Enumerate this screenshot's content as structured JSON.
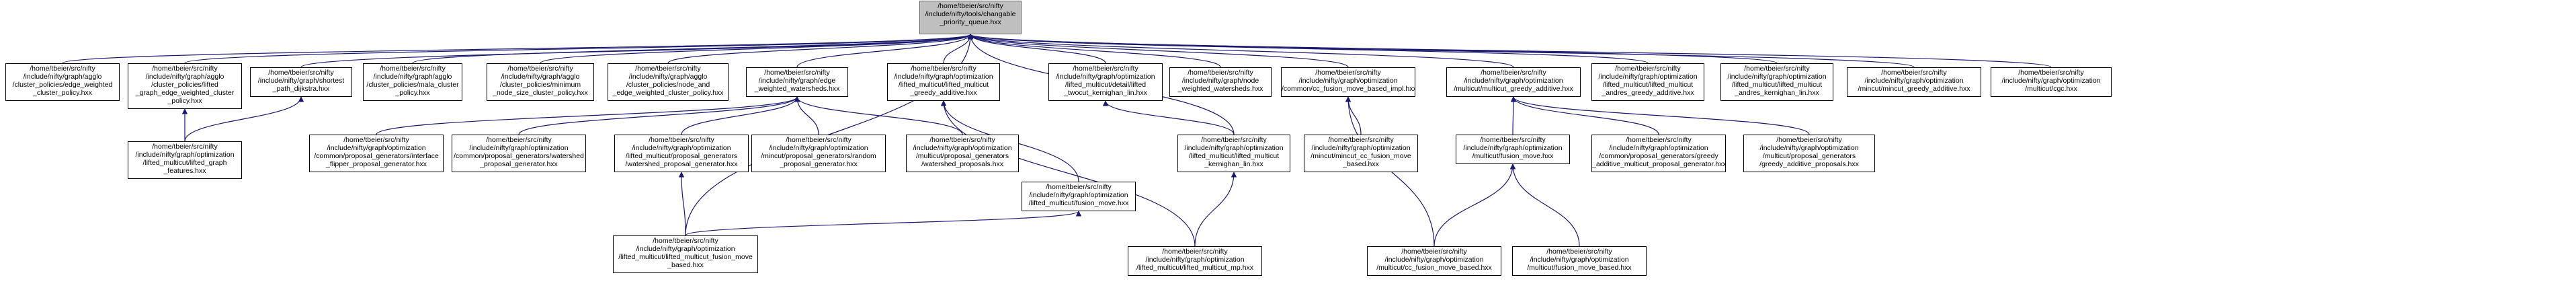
{
  "graph": {
    "title": "",
    "colors": {
      "edge": "#191970",
      "node_border": "#000000",
      "root_fill": "#bfbfbf",
      "root_border": "#666666",
      "node_fill": "#ffffff"
    },
    "nodes": [
      {
        "id": "root",
        "root": true,
        "lines": [
          "/home/tbeier/src/nifty",
          "/include/nifty/tools/changable",
          "_priority_queue.hxx"
        ]
      },
      {
        "id": "n_agglo_edge_weighted",
        "lines": [
          "/home/tbeier/src/nifty",
          "/include/nifty/graph/agglo",
          "/cluster_policies/edge_weighted",
          "_cluster_policy.hxx"
        ]
      },
      {
        "id": "n_agglo_lifted_graph",
        "lines": [
          "/home/tbeier/src/nifty",
          "/include/nifty/graph/agglo",
          "/cluster_policies/lifted",
          "_graph_edge_weighted_cluster",
          "_policy.hxx"
        ]
      },
      {
        "id": "n_shortest_path",
        "lines": [
          "/home/tbeier/src/nifty",
          "/include/nifty/graph/shortest",
          "_path_dijkstra.hxx"
        ]
      },
      {
        "id": "n_agglo_mala",
        "lines": [
          "/home/tbeier/src/nifty",
          "/include/nifty/graph/agglo",
          "/cluster_policies/mala_cluster",
          "_policy.hxx"
        ]
      },
      {
        "id": "n_agglo_minimum",
        "lines": [
          "/home/tbeier/src/nifty",
          "/include/nifty/graph/agglo",
          "/cluster_policies/minimum",
          "_node_size_cluster_policy.hxx"
        ]
      },
      {
        "id": "n_agglo_node_and_edge",
        "lines": [
          "/home/tbeier/src/nifty",
          "/include/nifty/graph/agglo",
          "/cluster_policies/node_and",
          "_edge_weighted_cluster_policy.hxx"
        ]
      },
      {
        "id": "n_edge_weighted_watersheds",
        "lines": [
          "/home/tbeier/src/nifty",
          "/include/nifty/graph/edge",
          "_weighted_watersheds.hxx"
        ]
      },
      {
        "id": "n_lifted_greedy_additive",
        "lines": [
          "/home/tbeier/src/nifty",
          "/include/nifty/graph/optimization",
          "/lifted_multicut/lifted_multicut",
          "_greedy_additive.hxx"
        ]
      },
      {
        "id": "n_lifted_detail_twocut",
        "lines": [
          "/home/tbeier/src/nifty",
          "/include/nifty/graph/optimization",
          "/lifted_multicut/detail/lifted",
          "_twocut_kernighan_lin.hxx"
        ]
      },
      {
        "id": "n_node_weighted_watersheds",
        "lines": [
          "/home/tbeier/src/nifty",
          "/include/nifty/graph/node",
          "_weighted_watersheds.hxx"
        ]
      },
      {
        "id": "n_cc_fusion_impl",
        "lines": [
          "/home/tbeier/src/nifty",
          "/include/nifty/graph/optimization",
          "/common/cc_fusion_move_based_impl.hxx"
        ]
      },
      {
        "id": "n_multicut_greedy_additive",
        "lines": [
          "/home/tbeier/src/nifty",
          "/include/nifty/graph/optimization",
          "/multicut/multicut_greedy_additive.hxx"
        ]
      },
      {
        "id": "n_lifted_andres_greedy",
        "lines": [
          "/home/tbeier/src/nifty",
          "/include/nifty/graph/optimization",
          "/lifted_multicut/lifted_multicut",
          "_andres_greedy_additive.hxx"
        ]
      },
      {
        "id": "n_lifted_andres_kl",
        "lines": [
          "/home/tbeier/src/nifty",
          "/include/nifty/graph/optimization",
          "/lifted_multicut/lifted_multicut",
          "_andres_kernighan_lin.hxx"
        ]
      },
      {
        "id": "n_mincut_greedy_additive",
        "lines": [
          "/home/tbeier/src/nifty",
          "/include/nifty/graph/optimization",
          "/mincut/mincut_greedy_additive.hxx"
        ]
      },
      {
        "id": "n_multicut_cgc",
        "lines": [
          "/home/tbeier/src/nifty",
          "/include/nifty/graph/optimization",
          "/multicut/cgc.hxx"
        ]
      },
      {
        "id": "n_lifted_graph_features",
        "lines": [
          "/home/tbeier/src/nifty",
          "/include/nifty/graph/optimization",
          "/lifted_multicut/lifted_graph",
          "_features.hxx"
        ]
      },
      {
        "id": "n_interface_flipper",
        "lines": [
          "/home/tbeier/src/nifty",
          "/include/nifty/graph/optimization",
          "/common/proposal_generators/interface",
          "_flipper_proposal_generator.hxx"
        ]
      },
      {
        "id": "n_watershed_proposal_gen",
        "lines": [
          "/home/tbeier/src/nifty",
          "/include/nifty/graph/optimization",
          "/common/proposal_generators/watershed",
          "_proposal_generator.hxx"
        ]
      },
      {
        "id": "n_lifted_watershed_proposal_gen",
        "lines": [
          "/home/tbeier/src/nifty",
          "/include/nifty/graph/optimization",
          "/lifted_multicut/proposal_generators",
          "/watershed_proposal_generator.hxx"
        ]
      },
      {
        "id": "n_mincut_random_proposal",
        "lines": [
          "/home/tbeier/src/nifty",
          "/include/nifty/graph/optimization",
          "/mincut/proposal_generators/random",
          "_proposal_generator.hxx"
        ]
      },
      {
        "id": "n_multicut_watershed_proposals",
        "lines": [
          "/home/tbeier/src/nifty",
          "/include/nifty/graph/optimization",
          "/multicut/proposal_generators",
          "/watershed_proposals.hxx"
        ]
      },
      {
        "id": "n_lifted_fusion_move",
        "lines": [
          "/home/tbeier/src/nifty",
          "/include/nifty/graph/optimization",
          "/lifted_multicut/fusion_move.hxx"
        ]
      },
      {
        "id": "n_lifted_kernighan_lin",
        "lines": [
          "/home/tbeier/src/nifty",
          "/include/nifty/graph/optimization",
          "/lifted_multicut/lifted_multicut",
          "_kernighan_lin.hxx"
        ]
      },
      {
        "id": "n_mincut_cc_fusion",
        "lines": [
          "/home/tbeier/src/nifty",
          "/include/nifty/graph/optimization",
          "/mincut/mincut_cc_fusion_move",
          "_based.hxx"
        ]
      },
      {
        "id": "n_multicut_fusion_move",
        "lines": [
          "/home/tbeier/src/nifty",
          "/include/nifty/graph/optimization",
          "/multicut/fusion_move.hxx"
        ]
      },
      {
        "id": "n_greedy_additive_multicut_proposal",
        "lines": [
          "/home/tbeier/src/nifty",
          "/include/nifty/graph/optimization",
          "/common/proposal_generators/greedy",
          "_additive_multicut_proposal_generator.hxx"
        ]
      },
      {
        "id": "n_greedy_additive_proposals",
        "lines": [
          "/home/tbeier/src/nifty",
          "/include/nifty/graph/optimization",
          "/multicut/proposal_generators",
          "/greedy_additive_proposals.hxx"
        ]
      },
      {
        "id": "n_lifted_fusion_move_based",
        "lines": [
          "/home/tbeier/src/nifty",
          "/include/nifty/graph/optimization",
          "/lifted_multicut/lifted_multicut_fusion_move",
          "_based.hxx"
        ]
      },
      {
        "id": "n_lifted_multicut_mp",
        "lines": [
          "/home/tbeier/src/nifty",
          "/include/nifty/graph/optimization",
          "/lifted_multicut/lifted_multicut_mp.hxx"
        ]
      },
      {
        "id": "n_multicut_cc_fusion_based",
        "lines": [
          "/home/tbeier/src/nifty",
          "/include/nifty/graph/optimization",
          "/multicut/cc_fusion_move_based.hxx"
        ]
      },
      {
        "id": "n_multicut_fusion_move_based",
        "lines": [
          "/home/tbeier/src/nifty",
          "/include/nifty/graph/optimization",
          "/multicut/fusion_move_based.hxx"
        ]
      }
    ],
    "edges": [
      [
        "n_agglo_edge_weighted",
        "root"
      ],
      [
        "n_agglo_lifted_graph",
        "root"
      ],
      [
        "n_shortest_path",
        "root"
      ],
      [
        "n_agglo_mala",
        "root"
      ],
      [
        "n_agglo_minimum",
        "root"
      ],
      [
        "n_agglo_node_and_edge",
        "root"
      ],
      [
        "n_edge_weighted_watersheds",
        "root"
      ],
      [
        "n_lifted_greedy_additive",
        "root"
      ],
      [
        "n_lifted_detail_twocut",
        "root"
      ],
      [
        "n_node_weighted_watersheds",
        "root"
      ],
      [
        "n_cc_fusion_impl",
        "root"
      ],
      [
        "n_multicut_greedy_additive",
        "root"
      ],
      [
        "n_lifted_andres_greedy",
        "root"
      ],
      [
        "n_lifted_andres_kl",
        "root"
      ],
      [
        "n_mincut_greedy_additive",
        "root"
      ],
      [
        "n_multicut_cgc",
        "root"
      ],
      [
        "n_lifted_fusion_move_based",
        "root"
      ],
      [
        "n_lifted_kernighan_lin",
        "root"
      ],
      [
        "n_lifted_graph_features",
        "n_agglo_lifted_graph"
      ],
      [
        "n_lifted_graph_features",
        "n_shortest_path"
      ],
      [
        "n_interface_flipper",
        "n_edge_weighted_watersheds"
      ],
      [
        "n_watershed_proposal_gen",
        "n_edge_weighted_watersheds"
      ],
      [
        "n_lifted_watershed_proposal_gen",
        "n_edge_weighted_watersheds"
      ],
      [
        "n_mincut_random_proposal",
        "n_edge_weighted_watersheds"
      ],
      [
        "n_multicut_watershed_proposals",
        "n_edge_weighted_watersheds"
      ],
      [
        "n_lifted_fusion_move",
        "n_lifted_greedy_additive"
      ],
      [
        "n_lifted_multicut_mp",
        "n_lifted_greedy_additive"
      ],
      [
        "n_lifted_kernighan_lin",
        "n_lifted_detail_twocut"
      ],
      [
        "n_lifted_fusion_move_based",
        "n_lifted_watershed_proposal_gen"
      ],
      [
        "n_lifted_fusion_move_based",
        "n_lifted_fusion_move"
      ],
      [
        "n_lifted_multicut_mp",
        "n_lifted_kernighan_lin"
      ],
      [
        "n_mincut_cc_fusion",
        "n_cc_fusion_impl"
      ],
      [
        "n_multicut_cc_fusion_based",
        "n_cc_fusion_impl"
      ],
      [
        "n_multicut_fusion_move",
        "n_multicut_greedy_additive"
      ],
      [
        "n_greedy_additive_multicut_proposal",
        "n_multicut_greedy_additive"
      ],
      [
        "n_greedy_additive_proposals",
        "n_multicut_greedy_additive"
      ],
      [
        "n_multicut_cc_fusion_based",
        "n_multicut_fusion_move"
      ],
      [
        "n_multicut_fusion_move_based",
        "n_multicut_fusion_move"
      ]
    ]
  }
}
